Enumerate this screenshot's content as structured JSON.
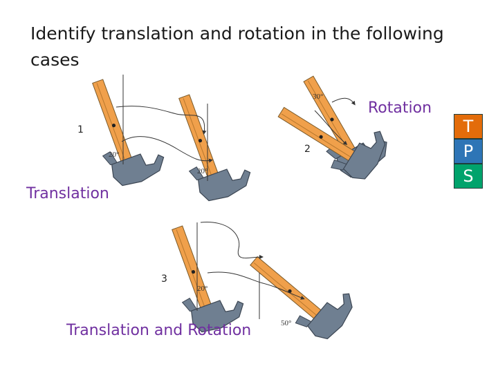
{
  "title": "Identify translation and rotation in the following cases",
  "cases": [
    {
      "number": "1",
      "answer": "Translation",
      "angles": [
        "20°",
        "20°"
      ]
    },
    {
      "number": "2",
      "answer": "Rotation",
      "angles": [
        "30°"
      ]
    },
    {
      "number": "3",
      "answer": "Translation and Rotation",
      "angles": [
        "20°",
        "50°"
      ]
    }
  ],
  "tps": {
    "letters": [
      "T",
      "P",
      "S"
    ],
    "colors": [
      "#e36c0a",
      "#2e75b6",
      "#00a36c"
    ]
  },
  "colors": {
    "handle": "#f0a04b",
    "head": "#6f7f91",
    "answer_text": "#7030a0"
  }
}
